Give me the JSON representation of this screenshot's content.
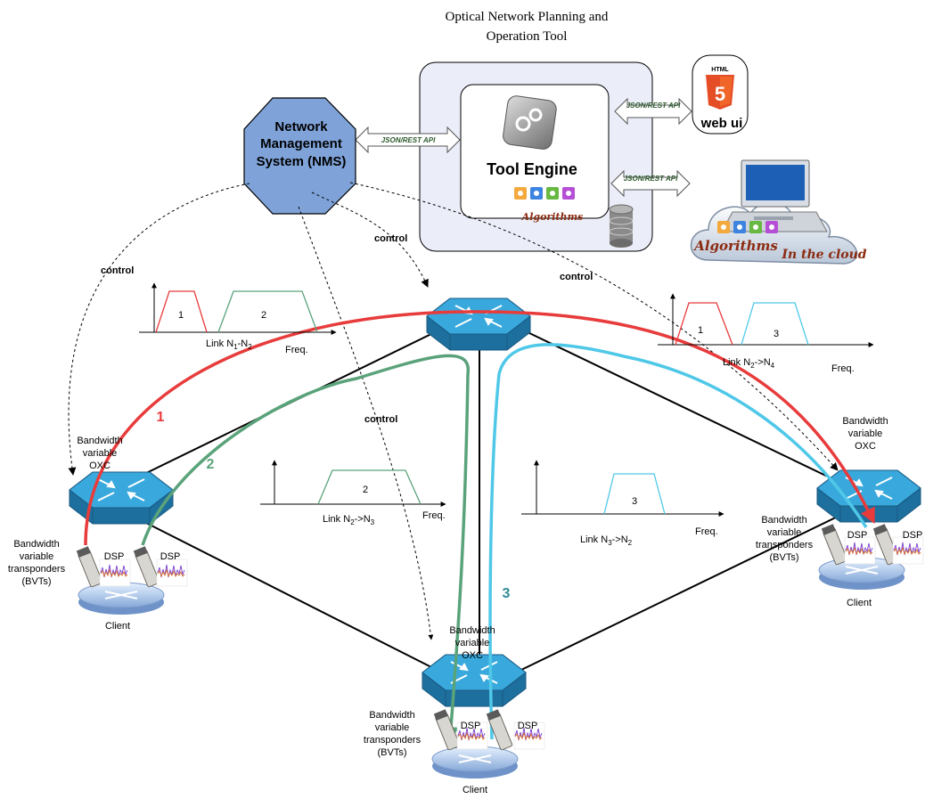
{
  "title_line1": "Optical Network Planning and",
  "title_line2": "Operation Tool",
  "nms": {
    "line1": "Network",
    "line2": "Management",
    "line3": "System (NMS)"
  },
  "api_label": "JSON/REST API",
  "tool_engine": "Tool Engine",
  "algorithms": "Algorithms",
  "html_badge": "HTML",
  "html_badge_num": "5",
  "web_ui": "web ui",
  "cloud": {
    "algorithms": "Algorithms",
    "in_the_cloud": "In the cloud"
  },
  "control": "control",
  "spectra": [
    {
      "link_prefix": "Link N",
      "link_sub1": "1",
      "link_mid": "-N",
      "link_sub2": "2",
      "freq": "Freq.",
      "slots": [
        "1",
        "2"
      ]
    },
    {
      "link_prefix": "Link N",
      "link_sub1": "2",
      "link_mid": "->N",
      "link_sub2": "4",
      "freq": "Freq.",
      "slots": [
        "1",
        "3"
      ]
    },
    {
      "link_prefix": "Link N",
      "link_sub1": "2",
      "link_mid": "->N",
      "link_sub2": "3",
      "freq": "Freq.",
      "slots": [
        "2"
      ]
    },
    {
      "link_prefix": "Link N",
      "link_sub1": "3",
      "link_mid": "->N",
      "link_sub2": "2",
      "freq": "Freq.",
      "slots": [
        "3"
      ]
    }
  ],
  "oxc": {
    "line1": "Bandwidth",
    "line2": "variable",
    "line3": "OXC"
  },
  "bvt": {
    "line1": "Bandwidth",
    "line2": "variable",
    "line3": "transponders",
    "line4": "(BVTs)"
  },
  "dsp": "DSP",
  "client": "Client",
  "paths": [
    {
      "label": "1",
      "color": "#e83b3b"
    },
    {
      "label": "2",
      "color": "#5aa37a"
    },
    {
      "label": "3",
      "color": "#4fc8e8"
    }
  ],
  "colors": {
    "nms_fill": "#7fa3d9",
    "router_top": "#39a9dd",
    "router_side": "#1d6f9e",
    "panel": "#ebeef8"
  }
}
